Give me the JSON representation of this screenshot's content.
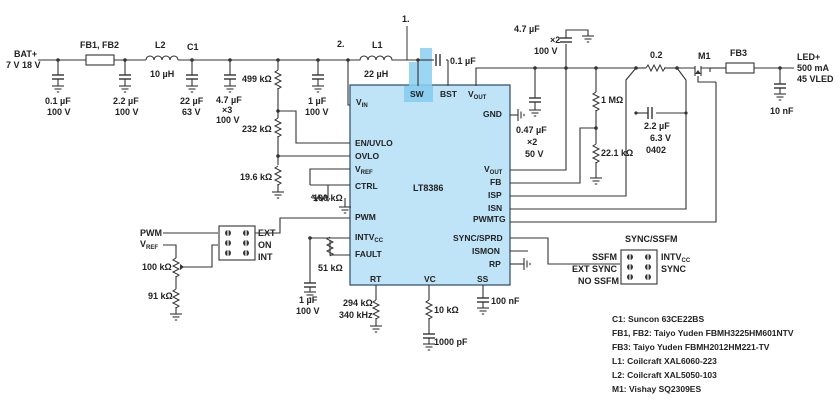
{
  "colors": {
    "ic_fill": "#bfe3f7",
    "ic_stroke": "#2a4a6a",
    "sw_highlight": "#8ccff0",
    "wire": "#333333"
  },
  "ic": {
    "name": "LT8386",
    "pins": {
      "vin": "V",
      "vin_sub": "IN",
      "en_uvlo": "EN/UVLO",
      "ovlo": "OVLO",
      "vref": "V",
      "vref_sub": "REF",
      "ctrl": "CTRL",
      "pwm": "PWM",
      "intvcc": "INTV",
      "intvcc_sub": "CC",
      "fault": "FAULT",
      "rt": "RT",
      "vc": "VC",
      "ss": "SS",
      "sw": "SW",
      "bst": "BST",
      "vout_top": "V",
      "vout_top_sub": "OUT",
      "gnd": "GND",
      "vout": "V",
      "vout_sub": "OUT",
      "fb": "FB",
      "isp": "ISP",
      "isn": "ISN",
      "pwmtg": "PWMTG",
      "sync_sprd": "SYNC/SPRD",
      "ismon": "ISMON",
      "rp": "RP"
    }
  },
  "markers": {
    "m1": "1.",
    "m2": "2."
  },
  "input": {
    "label": "BAT+",
    "voltage": "7 V 18 V"
  },
  "parts": {
    "fb12": "FB1, FB2",
    "l2": "L2",
    "l2_val": "10 µH",
    "c1": "C1",
    "l1": "L1",
    "l1_val": "22 µH",
    "cin1_a": "0.1 µF",
    "cin1_b": "100 V",
    "cin2_a": "2.2 µF",
    "cin2_b": "100 V",
    "cin3_a": "22 µF",
    "cin3_b": "63 V",
    "cin4_a": "4.7 µF",
    "cin4_b": "×3",
    "cin4_c": "100 V",
    "cin5_a": "1 µF",
    "cin5_b": "100 V",
    "r499": "499 kΩ",
    "r232": "232 kΩ",
    "r196": "19.6 kΩ",
    "r100k_ctrl": "100 kΩ",
    "cbst": "0.1 µF",
    "cout_a": "4.7 µF",
    "cout_b": "×2",
    "cout_c": "100 V",
    "cout2_a": "0.47 µF",
    "cout2_b": "×2",
    "cout2_c": "50 V",
    "r1m": "1 MΩ",
    "r221": "22.1 kΩ",
    "rsense": "0.2",
    "cisp_a": "2.2 µF",
    "cisp_b": "6.3 V",
    "cisp_c": "0402",
    "m1": "M1",
    "fb3": "FB3",
    "led_a": "LED+",
    "led_b": "500 mA",
    "led_c": "45 VLED",
    "c10n": "10 nF",
    "pwm_label": "PWM",
    "vref_label": "V",
    "vref_sub": "REF",
    "r100k_pwm": "100 kΩ",
    "r91k": "91 kΩ",
    "jp_ext": "EXT",
    "jp_on": "ON",
    "jp_int": "INT",
    "r51k": "51 kΩ",
    "cintvcc_a": "1 µF",
    "cintvcc_b": "100 V",
    "rrt_a": "294 kΩ",
    "rrt_b": "340 kHz",
    "rvc": "10 kΩ",
    "cvc": "1000 pF",
    "css": "100 nF",
    "sync_title": "SYNC/SSFM",
    "ssfm": "SSFM",
    "ext_sync": "EXT SYNC",
    "no_ssfm": "NO SSFM",
    "sync_intvcc": "INTV",
    "sync_intvcc_sub": "CC",
    "sync_sync": "SYNC"
  },
  "legend": [
    "C1: Suncon 63CE22BS",
    "FB1, FB2: Taiyo Yuden FBMH3225HM601NTV",
    "FB3: Taiyo Yuden FBMH2012HM221-TV",
    "L1: Coilcraft XAL6060-223",
    "L2: Coilcraft XAL5050-103",
    "M1: Vishay SQ2309ES"
  ]
}
